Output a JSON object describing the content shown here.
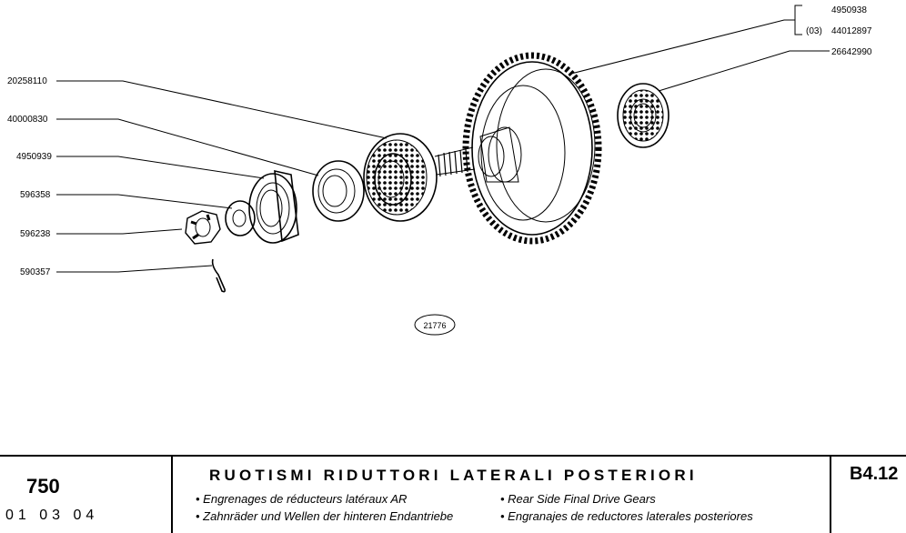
{
  "diagram": {
    "drawing_number": "21776",
    "parts": [
      {
        "id": "4950938"
      },
      {
        "id": "44012897",
        "prefix": "(03)"
      },
      {
        "id": "26642990"
      },
      {
        "id": "20258110"
      },
      {
        "id": "40000830"
      },
      {
        "id": "4950939"
      },
      {
        "id": "596358"
      },
      {
        "id": "596238"
      },
      {
        "id": "590357"
      }
    ]
  },
  "footer": {
    "model": "750",
    "date": "01 03 04",
    "title": "RUOTISMI RIDUTTORI LATERALI POSTERIORI",
    "subtitles": [
      "• Engrenages de réducteurs latéraux AR",
      "• Rear Side Final Drive Gears",
      "• Zahnräder und Wellen der hinteren Endantriebe",
      "• Engranajes de reductores laterales posteriores"
    ],
    "sheet": "B4.12"
  }
}
